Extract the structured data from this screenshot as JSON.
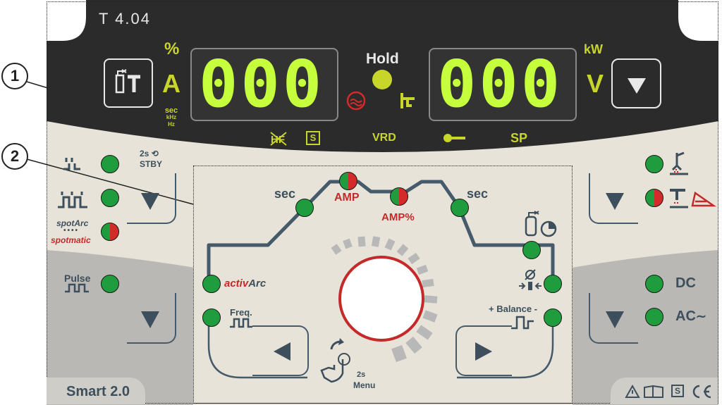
{
  "callouts": [
    "1",
    "2"
  ],
  "header": {
    "model": "T 4.04",
    "unit_left_top": "%",
    "unit_left_main": "A",
    "unit_left_sub": [
      "sec",
      "kHz",
      "Hz"
    ],
    "display_left_value": "000",
    "display_right_value": "000",
    "hold_label": "Hold",
    "unit_right_top": "kW",
    "unit_right_main": "V",
    "status_s": "S",
    "status_vrd": "VRD",
    "status_sp": "SP"
  },
  "left_panel": {
    "stby_top": "2s",
    "stby_label": "STBY",
    "spot_label_1": "spotArc",
    "spot_label_2": "spotmatic",
    "pulse_label": "Pulse",
    "brand": "Smart 2.0"
  },
  "center": {
    "sec_left": "sec",
    "amp": "AMP",
    "amp_pct": "AMP%",
    "sec_right": "sec",
    "activarc_1": "activ",
    "activarc_2": "Arc",
    "freq": "Freq.",
    "balance": "+ Balance -",
    "menu_top": "2s",
    "menu_label": "Menu"
  },
  "right_panel": {
    "dc": "DC",
    "ac": "AC",
    "footer_s": "S"
  },
  "colors": {
    "dark": "#2b2b2b",
    "panel": "#e7e3d8",
    "gray": "#b9b8b4",
    "lcd_green": "#c6ff3c",
    "label_yellow": "#c8d62b",
    "led_green": "#1f9d3e",
    "led_red": "#d42a2a",
    "ink": "#3d4f5c"
  }
}
